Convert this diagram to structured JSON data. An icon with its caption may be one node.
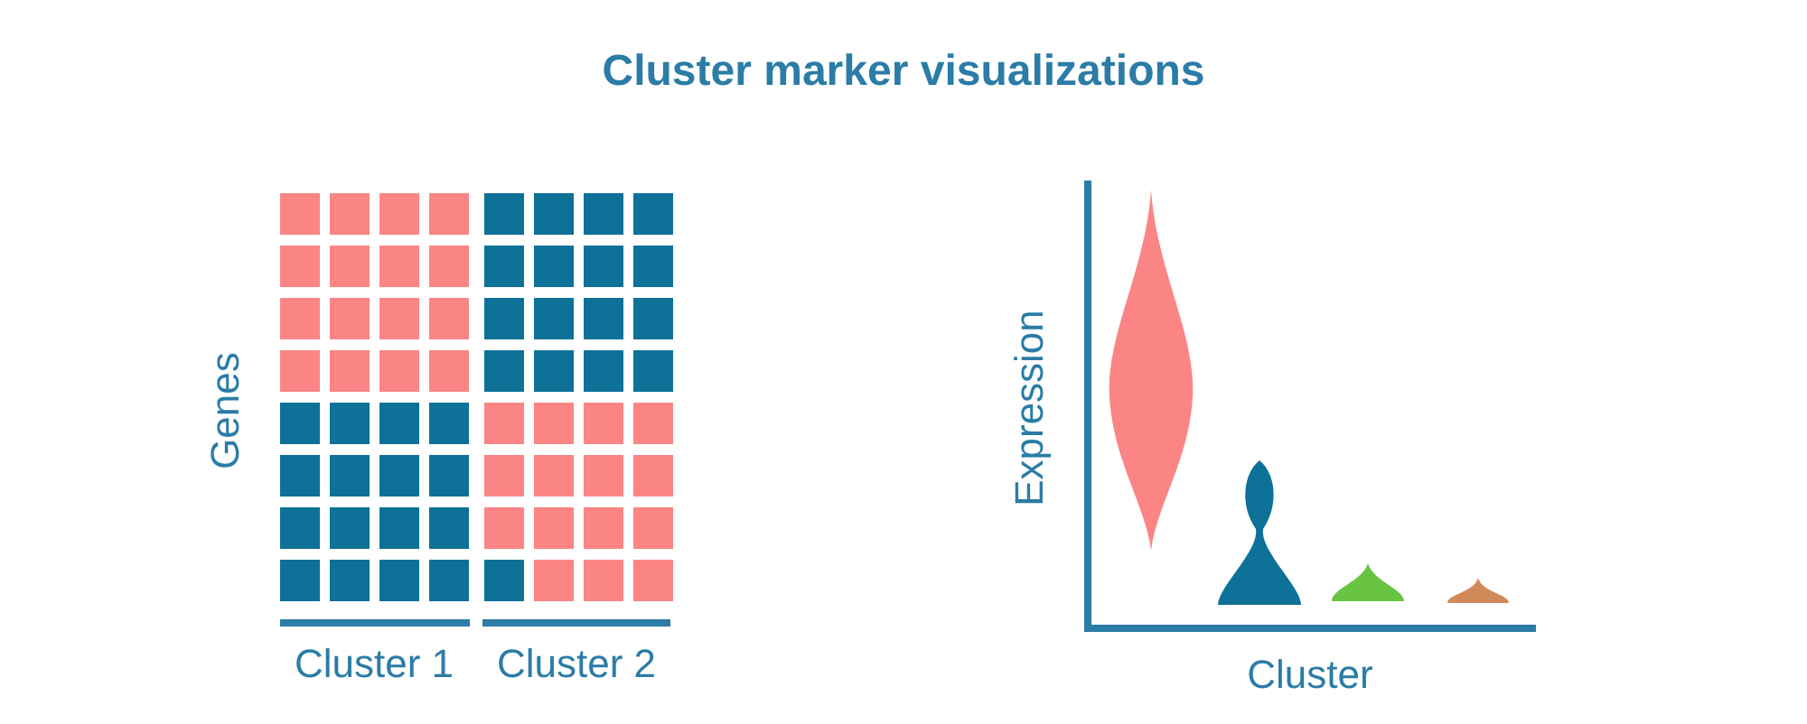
{
  "diagram": {
    "title": "Cluster marker visualizations",
    "labels": [
      "Genes",
      "Cluster 1",
      "Cluster 2",
      "Expression",
      "Cluster"
    ]
  }
}
